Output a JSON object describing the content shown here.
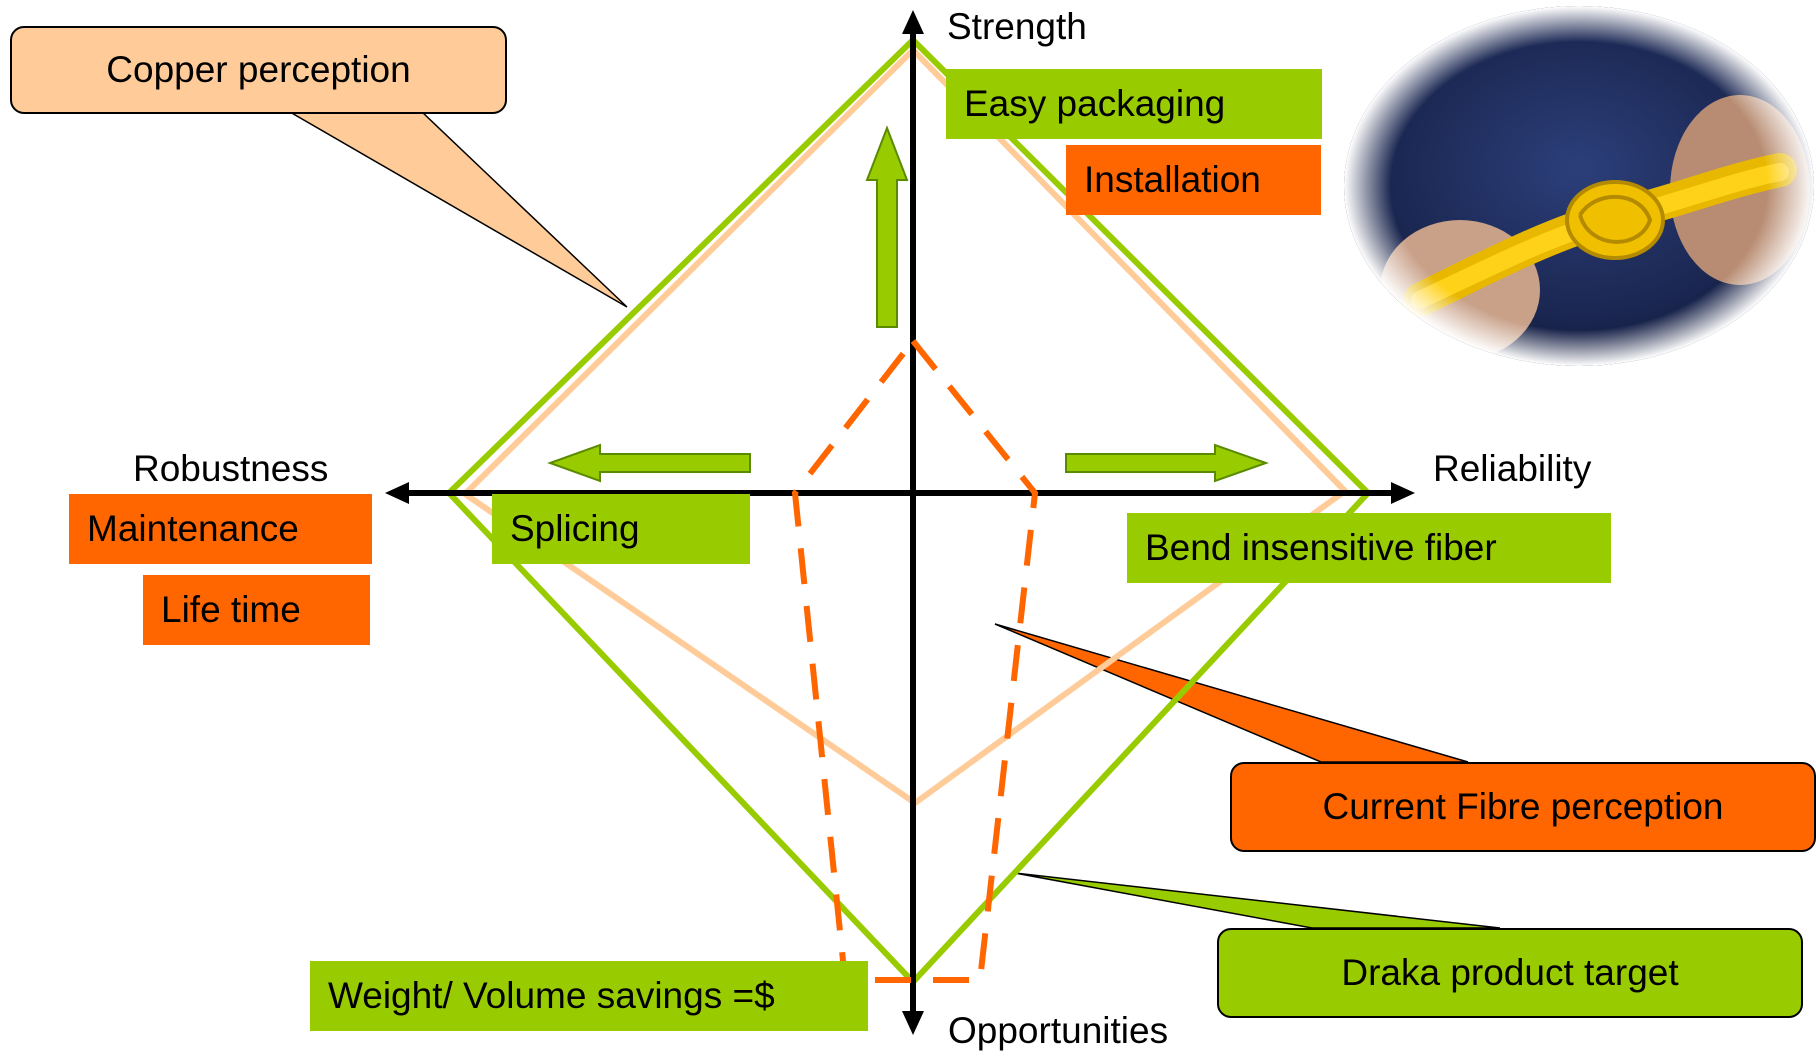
{
  "axes": {
    "top": "Strength",
    "bottom": "Opportunities",
    "left": "Robustness",
    "right": "Reliability"
  },
  "callouts": {
    "copper": "Copper perception",
    "fibre": "Current Fibre perception",
    "draka": "Draka product target"
  },
  "tags": {
    "easy_packaging": "Easy packaging",
    "installation": "Installation",
    "maintenance": "Maintenance",
    "life_time": "Life time",
    "splicing": "Splicing",
    "bend_insensitive": "Bend insensitive fiber",
    "weight_volume": "Weight/ Volume savings =$"
  },
  "colors": {
    "green": "#99cc00",
    "orange": "#ff6600",
    "peach": "#ffcc99",
    "axis": "#000000"
  },
  "photo": {
    "icon": "knotted-fiber-cable-photo"
  }
}
